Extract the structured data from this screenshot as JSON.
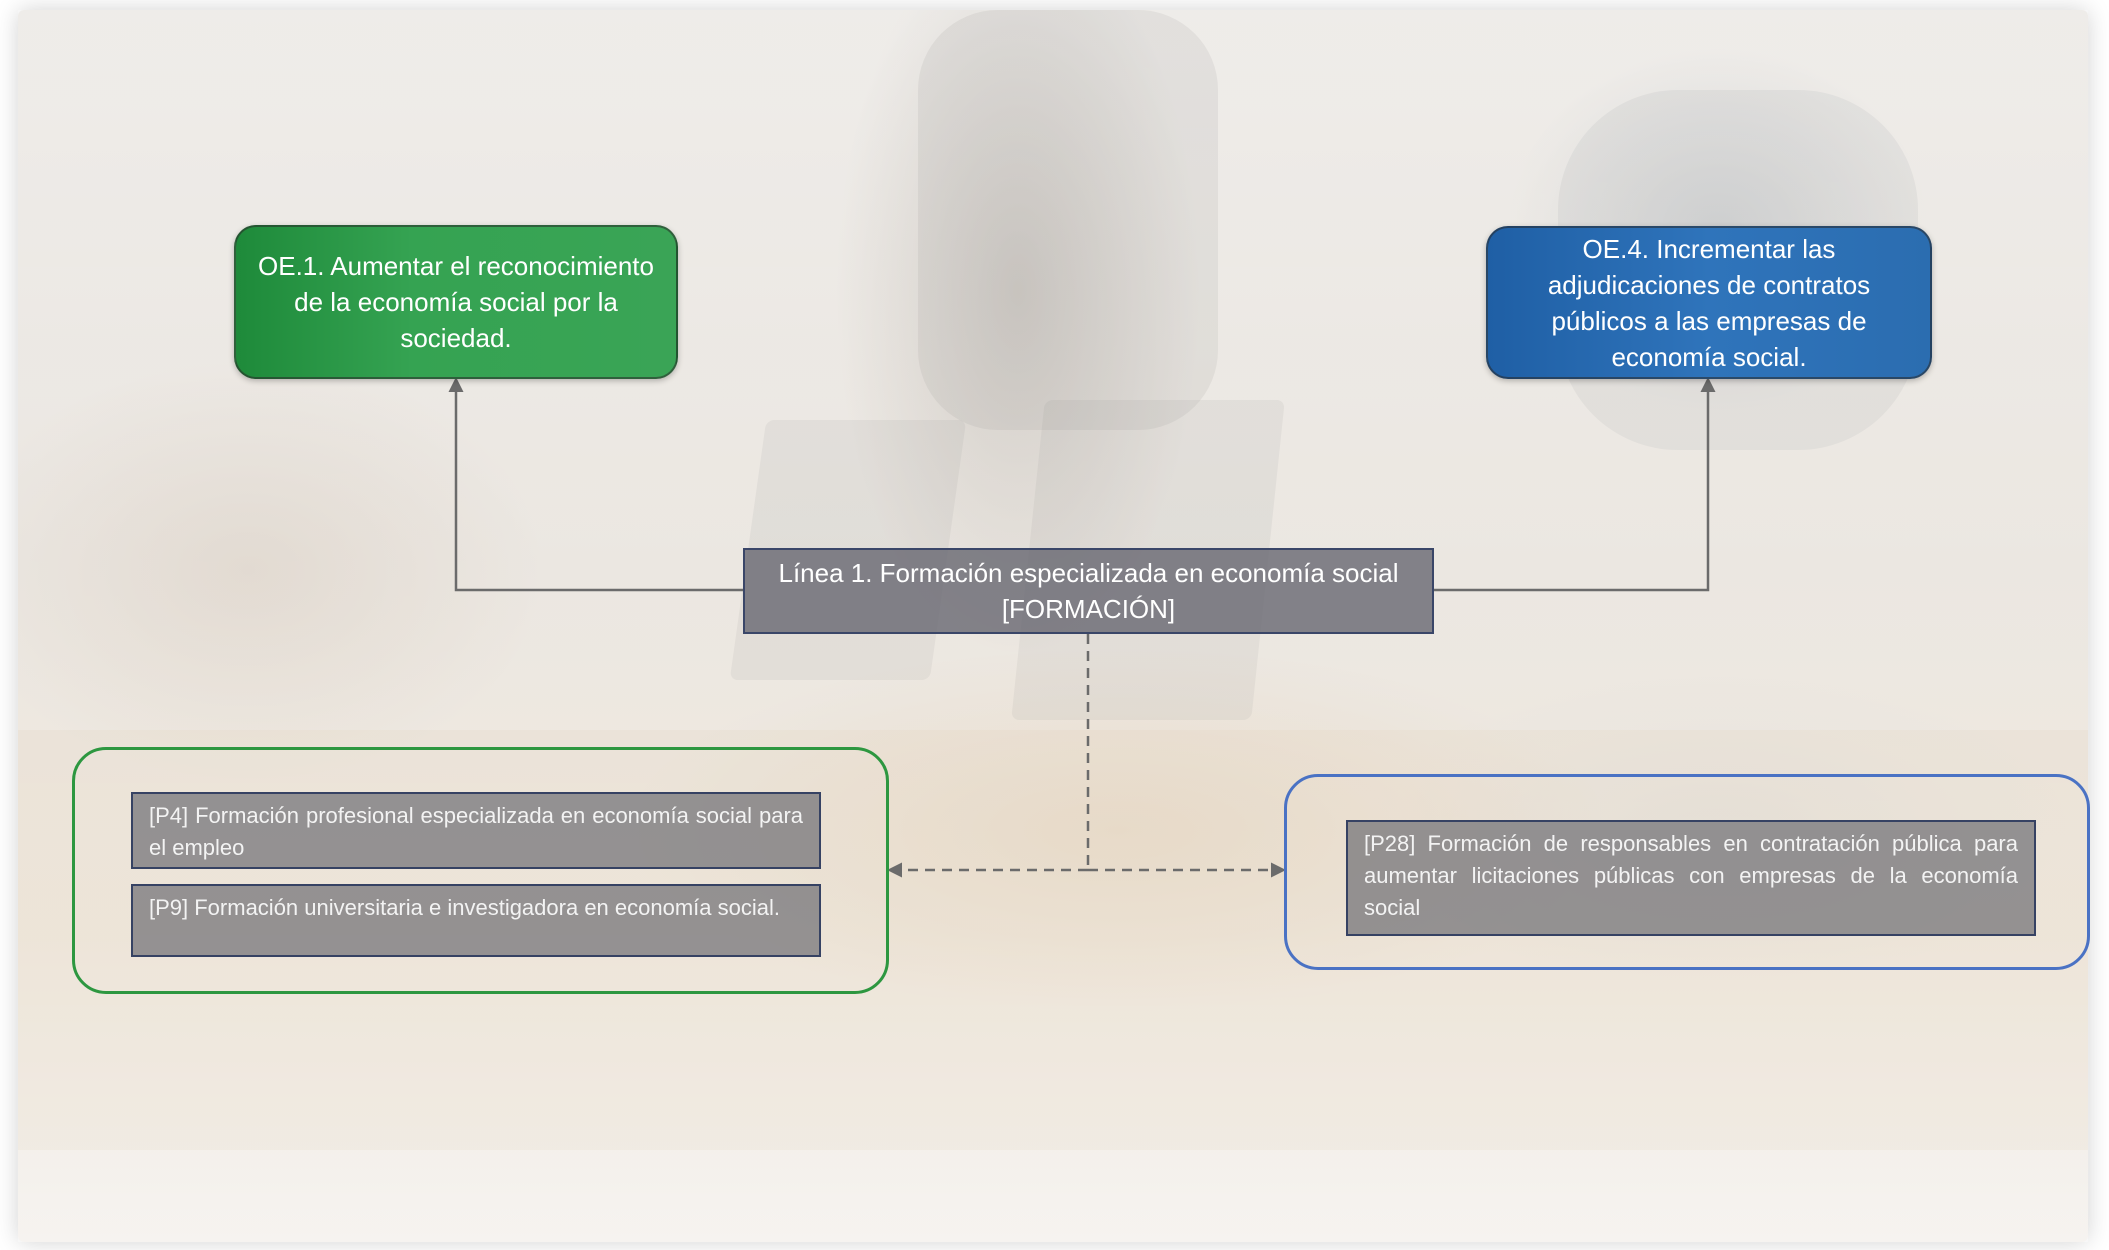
{
  "objectives": {
    "oe1": {
      "text": "OE.1. Aumentar el reconocimiento de la economía social por la sociedad.",
      "color": "#35a352"
    },
    "oe4": {
      "text": "OE.4. Incrementar las adjudicaciones de contratos públicos a las empresas de economía social.",
      "color": "#2f74bb"
    }
  },
  "line": {
    "title": "Línea 1. Formación especializada en economía social",
    "tag": "[FORMACIÓN]"
  },
  "groups": {
    "green": {
      "color": "#2d9740",
      "projects": [
        "[P4] Formación profesional especializada en economía social para el empleo",
        "[P9] Formación universitaria e investigadora en economía social."
      ]
    },
    "blue": {
      "color": "#4a72c4",
      "projects": [
        "[P28] Formación de responsables en contratación pública para aumentar licitaciones públicas con empresas de la economía social"
      ]
    }
  },
  "connector_color": "#6b6b6b"
}
